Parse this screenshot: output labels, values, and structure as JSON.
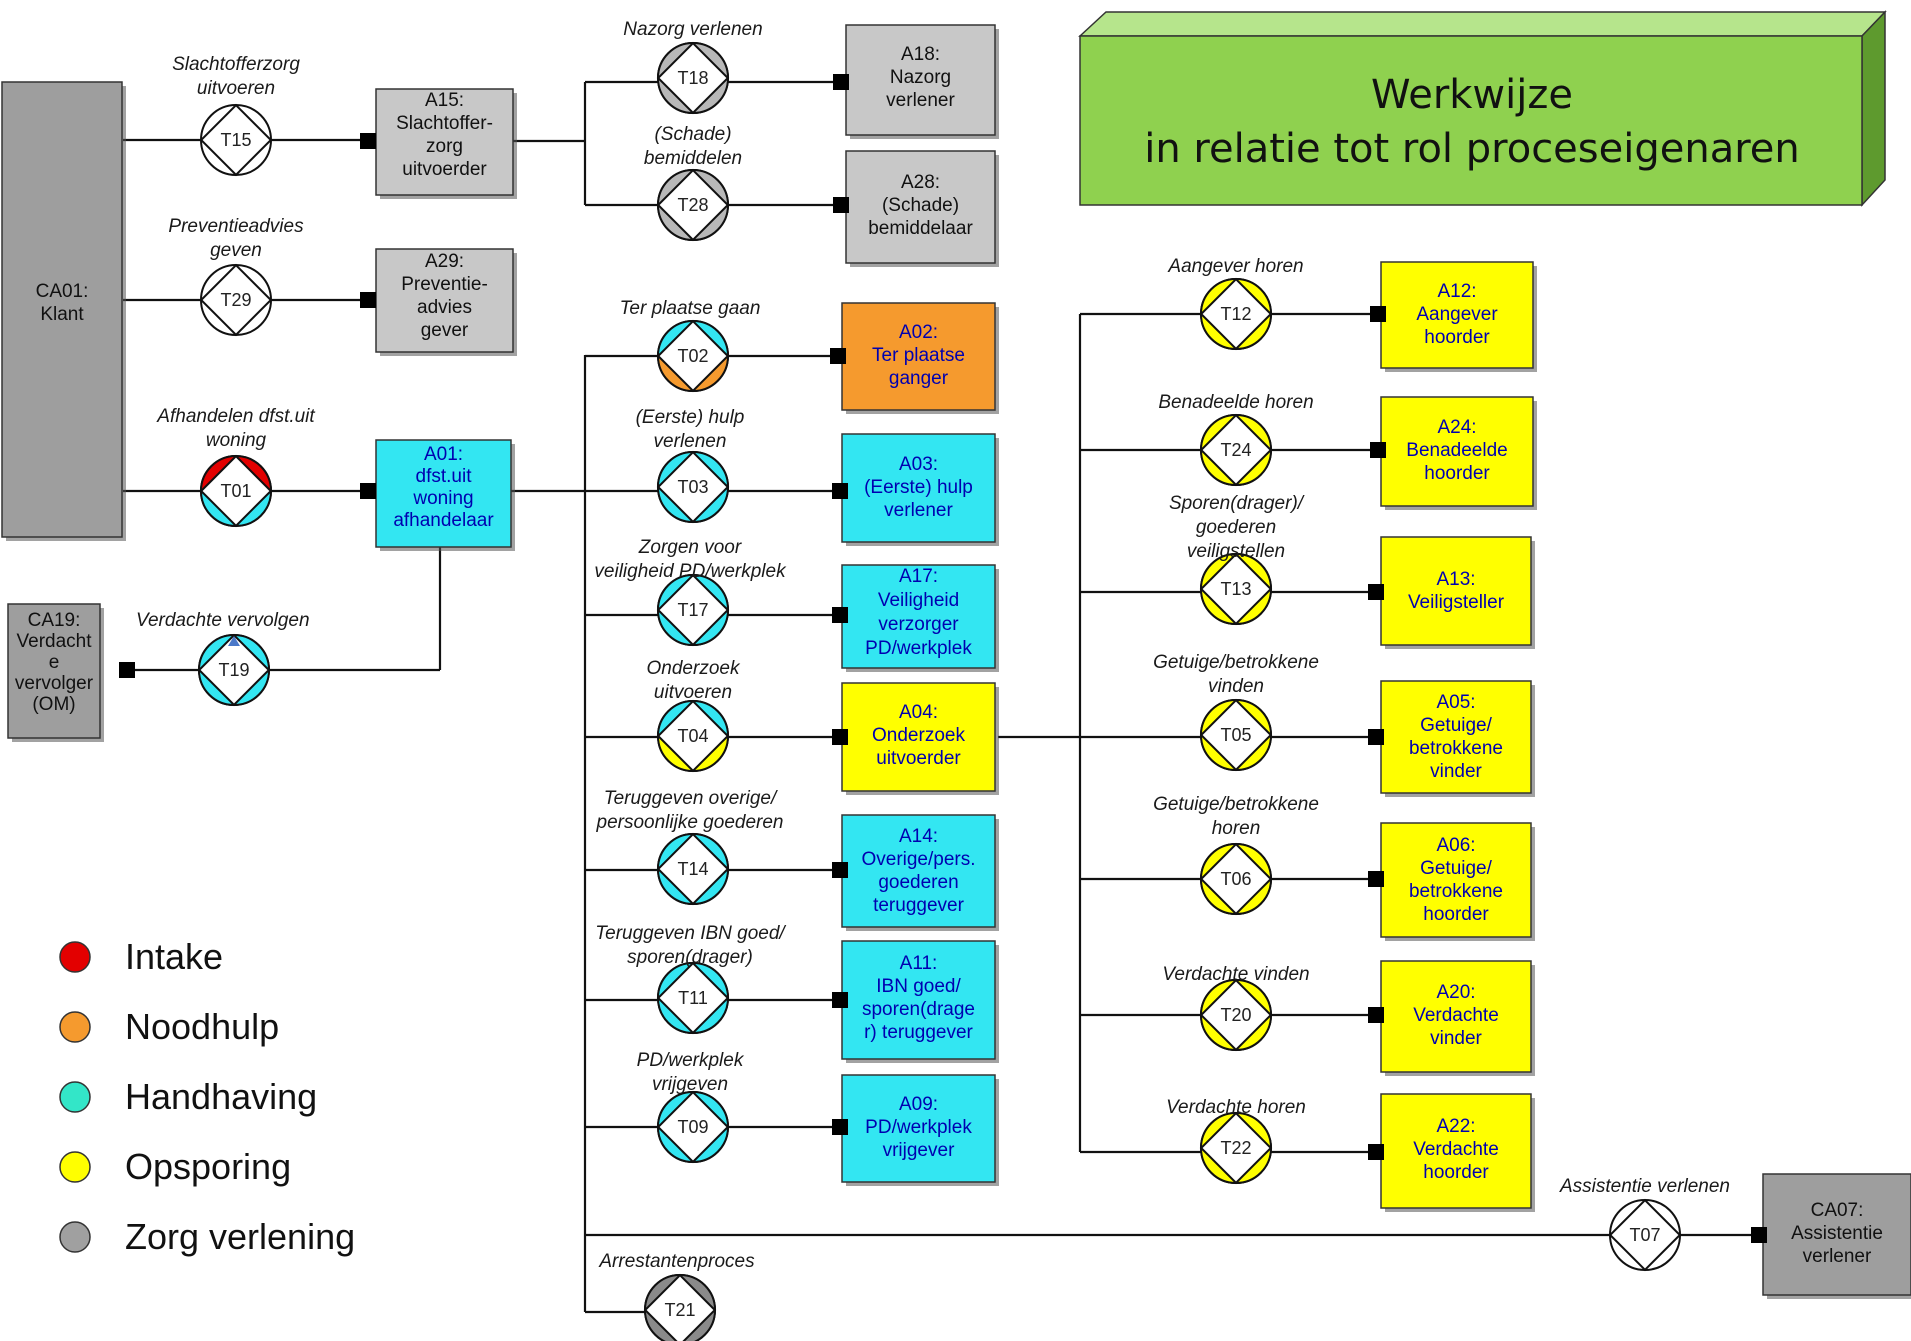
{
  "title": {
    "line1": "Werkwijze",
    "line2": "in relatie tot rol proceseigenaren"
  },
  "colors": {
    "grey": "#c8c8c8",
    "dark_grey": "#9e9e9e",
    "cyan": "#33e6f2",
    "yellow": "#ffff00",
    "orange": "#f59a2e",
    "red": "#e30000",
    "title_green": "#8fd14f"
  },
  "actors": {
    "ca01": {
      "lines": [
        "CA01:",
        "Klant"
      ]
    },
    "ca19": {
      "lines": [
        "CA19:",
        "Verdacht",
        "e",
        "vervolger",
        "(OM)"
      ]
    },
    "ca07": {
      "lines": [
        "CA07:",
        "Assistentie",
        "verlener"
      ]
    },
    "a15": {
      "lines": [
        "A15:",
        "Slachtoffer-",
        "zorg",
        "uitvoerder"
      ]
    },
    "a29": {
      "lines": [
        "A29:",
        "Preventie-",
        "advies",
        "gever"
      ]
    },
    "a01": {
      "lines": [
        "A01:",
        "dfst.uit",
        "woning",
        "afhandelaar"
      ]
    },
    "a18": {
      "lines": [
        "A18:",
        "Nazorg",
        "verlener"
      ]
    },
    "a28": {
      "lines": [
        "A28:",
        "(Schade)",
        "bemiddelaar"
      ]
    },
    "a02": {
      "lines": [
        "A02:",
        "Ter plaatse",
        "ganger"
      ]
    },
    "a03": {
      "lines": [
        "A03:",
        "(Eerste) hulp",
        "verlener"
      ]
    },
    "a17": {
      "lines": [
        "A17:",
        "Veiligheid",
        "verzorger",
        "PD/werkplek"
      ]
    },
    "a04": {
      "lines": [
        "A04:",
        "Onderzoek",
        "uitvoerder"
      ]
    },
    "a14": {
      "lines": [
        "A14:",
        "Overige/pers.",
        "goederen",
        "teruggever"
      ]
    },
    "a11": {
      "lines": [
        "A11:",
        "IBN goed/",
        "sporen(drage",
        "r) teruggever"
      ]
    },
    "a09": {
      "lines": [
        "A09:",
        "PD/werkplek",
        "vrijgever"
      ]
    },
    "a12": {
      "lines": [
        "A12:",
        "Aangever",
        "hoorder"
      ]
    },
    "a24": {
      "lines": [
        "A24:",
        "Benadeelde",
        "hoorder"
      ]
    },
    "a13": {
      "lines": [
        "A13:",
        "Veiligsteller"
      ]
    },
    "a05": {
      "lines": [
        "A05:",
        "Getuige/",
        "betrokkene",
        "vinder"
      ]
    },
    "a06": {
      "lines": [
        "A06:",
        "Getuige/",
        "betrokkene",
        "hoorder"
      ]
    },
    "a20": {
      "lines": [
        "A20:",
        "Verdachte",
        "vinder"
      ]
    },
    "a22": {
      "lines": [
        "A22:",
        "Verdachte",
        "hoorder"
      ]
    }
  },
  "transactions": {
    "t15": {
      "id": "T15",
      "label": [
        "Slachtofferzorg",
        "uitvoeren"
      ],
      "color": "none"
    },
    "t29": {
      "id": "T29",
      "label": [
        "Preventieadvies",
        "geven"
      ],
      "color": "none"
    },
    "t01": {
      "id": "T01",
      "label": [
        "Afhandelen dfst.uit",
        "woning"
      ],
      "color": "red-cyan"
    },
    "t19": {
      "id": "T19",
      "label": [
        "Verdachte vervolgen"
      ],
      "color": "cyan"
    },
    "t18": {
      "id": "T18",
      "label": [
        "Nazorg verlenen"
      ],
      "color": "grey"
    },
    "t28": {
      "id": "T28",
      "label": [
        "(Schade)",
        "bemiddelen"
      ],
      "color": "grey"
    },
    "t02": {
      "id": "T02",
      "label": [
        "Ter plaatse gaan"
      ],
      "color": "cyan-orange"
    },
    "t03": {
      "id": "T03",
      "label": [
        "(Eerste) hulp",
        "verlenen"
      ],
      "color": "cyan"
    },
    "t17": {
      "id": "T17",
      "label": [
        "Zorgen voor",
        "veiligheid PD/werkplek"
      ],
      "color": "cyan"
    },
    "t04": {
      "id": "T04",
      "label": [
        "Onderzoek",
        "uitvoeren"
      ],
      "color": "cyan-yellow"
    },
    "t14": {
      "id": "T14",
      "label": [
        "Teruggeven overige/",
        "persoonlijke goederen"
      ],
      "color": "cyan"
    },
    "t11": {
      "id": "T11",
      "label": [
        "Teruggeven IBN goed/",
        "sporen(drager)"
      ],
      "color": "cyan"
    },
    "t09": {
      "id": "T09",
      "label": [
        "PD/werkplek",
        "vrijgeven"
      ],
      "color": "cyan"
    },
    "t21": {
      "id": "T21",
      "label": [
        "Arrestantenproces"
      ],
      "color": "dark-grey"
    },
    "t12": {
      "id": "T12",
      "label": [
        "Aangever horen"
      ],
      "color": "yellow"
    },
    "t24": {
      "id": "T24",
      "label": [
        "Benadeelde horen"
      ],
      "color": "yellow"
    },
    "t13": {
      "id": "T13",
      "label": [
        "Sporen(drager)/",
        "goederen",
        "veiligstellen"
      ],
      "color": "yellow"
    },
    "t05": {
      "id": "T05",
      "label": [
        "Getuige/betrokkene",
        "vinden"
      ],
      "color": "yellow"
    },
    "t06": {
      "id": "T06",
      "label": [
        "Getuige/betrokkene",
        "horen"
      ],
      "color": "yellow"
    },
    "t20": {
      "id": "T20",
      "label": [
        "Verdachte vinden"
      ],
      "color": "yellow"
    },
    "t22": {
      "id": "T22",
      "label": [
        "Verdachte horen"
      ],
      "color": "yellow"
    },
    "t07": {
      "id": "T07",
      "label": [
        "Assistentie verlenen"
      ],
      "color": "none"
    }
  },
  "legend": [
    {
      "label": "Intake",
      "color": "#e30000"
    },
    {
      "label": "Noodhulp",
      "color": "#f59a2e"
    },
    {
      "label": "Handhaving",
      "color": "#33e6c8"
    },
    {
      "label": "Opsporing",
      "color": "#ffff00"
    },
    {
      "label": "Zorg verlening",
      "color": "#a0a0a0"
    }
  ]
}
